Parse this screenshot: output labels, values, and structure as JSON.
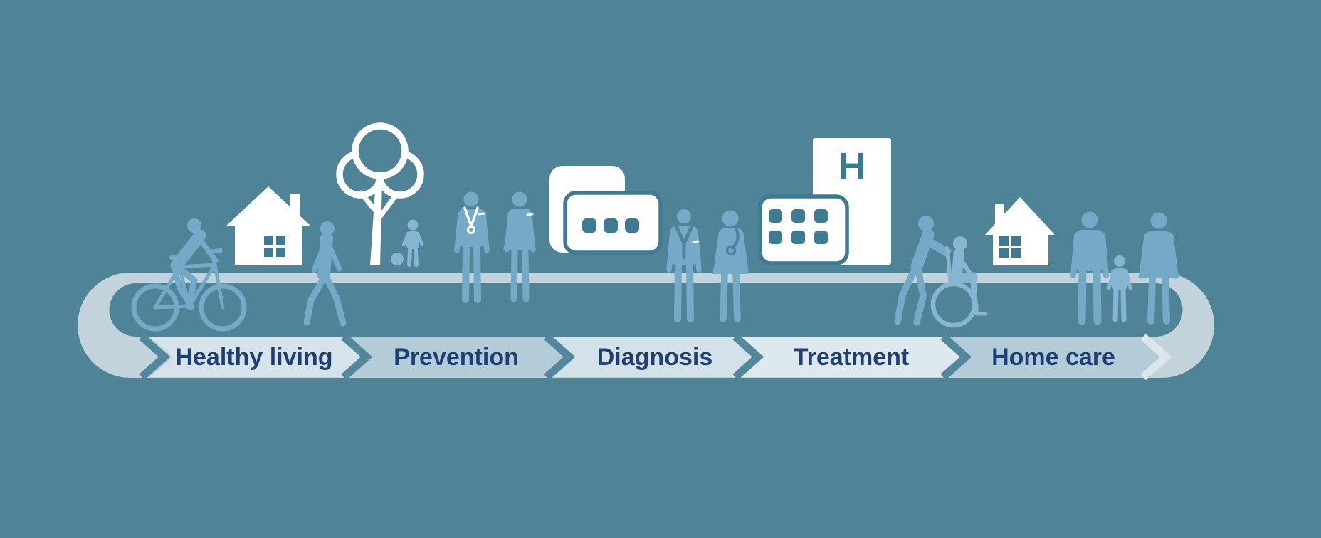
{
  "diagram": {
    "type": "patient-journey-infographic",
    "stages": [
      {
        "label": "Healthy living",
        "fill": "#D6E3EA"
      },
      {
        "label": "Prevention",
        "fill": "#B4CCD8"
      },
      {
        "label": "Diagnosis",
        "fill": "#D3E1E9"
      },
      {
        "label": "Treatment",
        "fill": "#DEE8EF"
      },
      {
        "label": "Home care",
        "fill": "#B4CCD8"
      }
    ],
    "hospital_letter": "H",
    "icons": [
      "cyclist-icon",
      "house-icon",
      "walking-person-icon",
      "tree-icon",
      "child-with-ball-icon",
      "doctor-icon",
      "nurse-icon",
      "clinic-building-icon",
      "businessman-icon",
      "female-doctor-icon",
      "hospital-building-icon",
      "wheelchair-caregiver-icon",
      "home-icon",
      "family-icon"
    ],
    "colors": {
      "background": "#4E8398",
      "track": "#C2D3DB",
      "figure_blue": "#74AAC8",
      "figure_light_blue": "#85B5D0",
      "icon_white": "#FFFFFF",
      "detail_teal": "#3E7A92",
      "label_text": "#1C3F76",
      "separator": "#52879C",
      "end_chevron": "#DCE6EC"
    }
  }
}
